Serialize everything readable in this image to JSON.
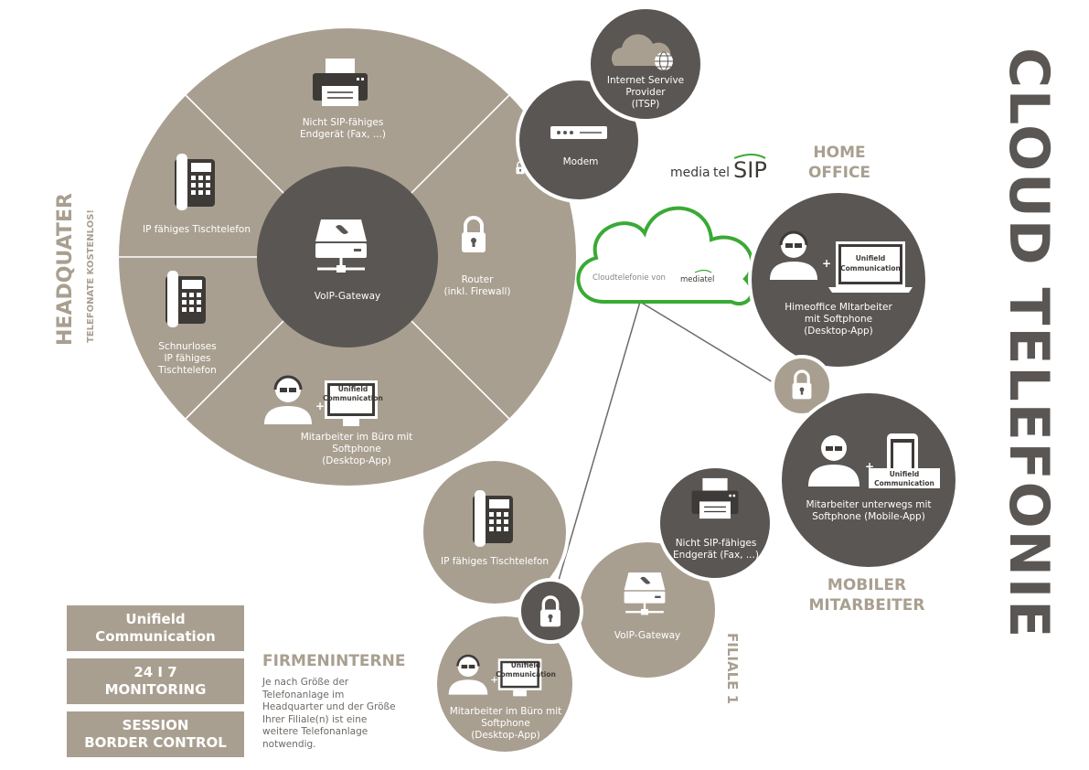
{
  "title": "CLOUD TELEFONIE",
  "headquarter": {
    "title": "HEADQUATER",
    "subtitle": "TELEFONATE KOSTENLOS!",
    "gateway": "VoIP-Gateway",
    "segments": {
      "printer": "Nicht SIP-fähiges\nEndgerät (Fax, ...)",
      "desk_phone": "IP fähiges Tischtelefon",
      "cordless": "Schnurloses\nIP fähiges\nTischtelefon",
      "employee": "Mitarbeiter im Büro mit\nSoftphone\n(Desktop-App)",
      "router": "Router\n(inkl. Firewall)"
    }
  },
  "modem": "Modem",
  "isp": "Internet Servive\nProvider\n(ITSP)",
  "brand": {
    "logo_prefix": "media",
    "logo_mid": "tel",
    "logo_suffix": "SIP"
  },
  "cloud": {
    "text": "Cloudtelefonie von",
    "logo": "mediatel"
  },
  "home_office": {
    "title": "HOME\nOFFICE",
    "label": "Himeoffice MItarbeiter\nmit Softphone\n(Desktop-App)"
  },
  "mobile": {
    "title": "MOBILER\nMITARBEITER",
    "label": "Mitarbeiter unterwegs mit\nSoftphone (Mobile-App)"
  },
  "filiale": {
    "title": "FILIALE 1",
    "desk_phone": "IP fähiges Tischtelefon",
    "printer": "Nicht SIP-fähiges\nEndgerät (Fax, ...)",
    "gateway": "VoIP-Gateway",
    "employee": "Mitarbeiter im Büro mit\nSoftphone\n(Desktop-App)"
  },
  "uc_tag": "Unifield\nCommunication",
  "badges": [
    "Unifield\nCommunication",
    "24 I 7\nMONITORING",
    "SESSION\nBORDER CONTROL"
  ],
  "firmeninterne": {
    "title": "FIRMENINTERNE",
    "text": "Je nach Größe der\nTelefonanlage im\nHeadquarter und der Größe\nIhrer Filiale(n) ist eine\nweitere Telefonanlage\nnotwendig."
  },
  "colors": {
    "taupe": "#a99f90",
    "dark": "#5a5653",
    "text_dark": "#6e6a66",
    "green": "#3aa935"
  }
}
